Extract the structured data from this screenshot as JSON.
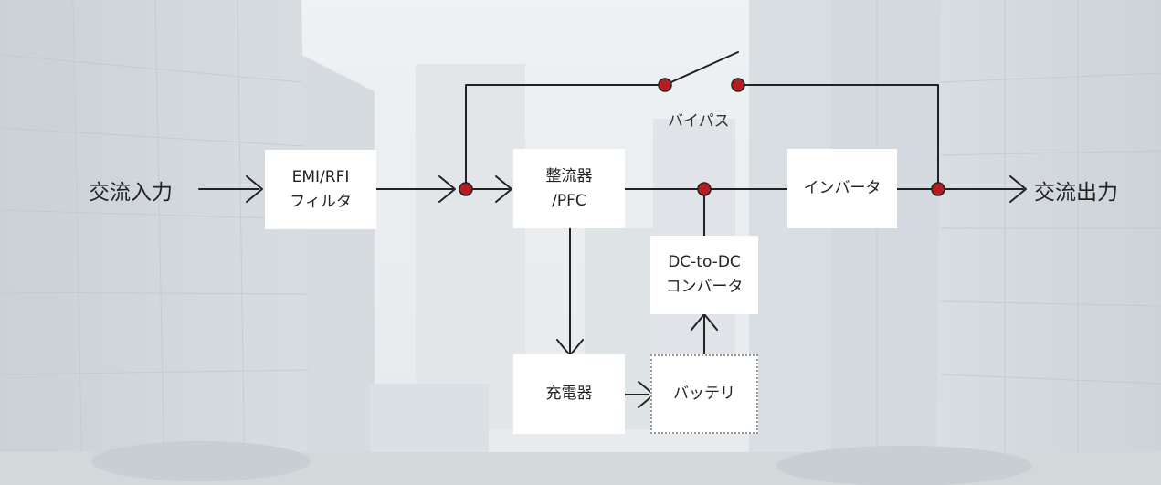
{
  "input_label": "交流入力",
  "output_label": "交流出力",
  "bypass_label": "バイパス",
  "blocks": {
    "emi_line1": "EMI/RFI",
    "emi_line2": "フィルタ",
    "rectifier_line1": "整流器",
    "rectifier_line2": "/PFC",
    "inverter": "インバータ",
    "dcdc_line1": "DC-to-DC",
    "dcdc_line2": "コンバータ",
    "charger": "充電器",
    "battery": "バッテリ"
  },
  "colors": {
    "node": "#b41e22",
    "line": "#222222",
    "box": "#ffffff"
  }
}
